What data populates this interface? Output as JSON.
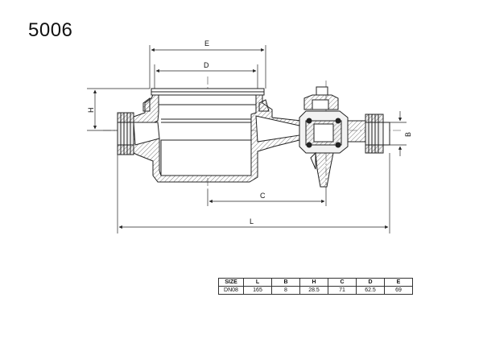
{
  "drawing": {
    "title": "5006",
    "dimensions": {
      "E": "E",
      "D": "D",
      "H": "H",
      "B": "B",
      "C": "C",
      "L": "L"
    }
  },
  "spec_table": {
    "headers": [
      "SIZE",
      "L",
      "B",
      "H",
      "C",
      "D",
      "E"
    ],
    "rows": [
      [
        "DN08",
        "165",
        "8",
        "28.5",
        "71",
        "62.5",
        "69"
      ]
    ]
  },
  "colors": {
    "line": "#222222",
    "hatch": "#555555",
    "body_fill": "#f2f2f2"
  }
}
